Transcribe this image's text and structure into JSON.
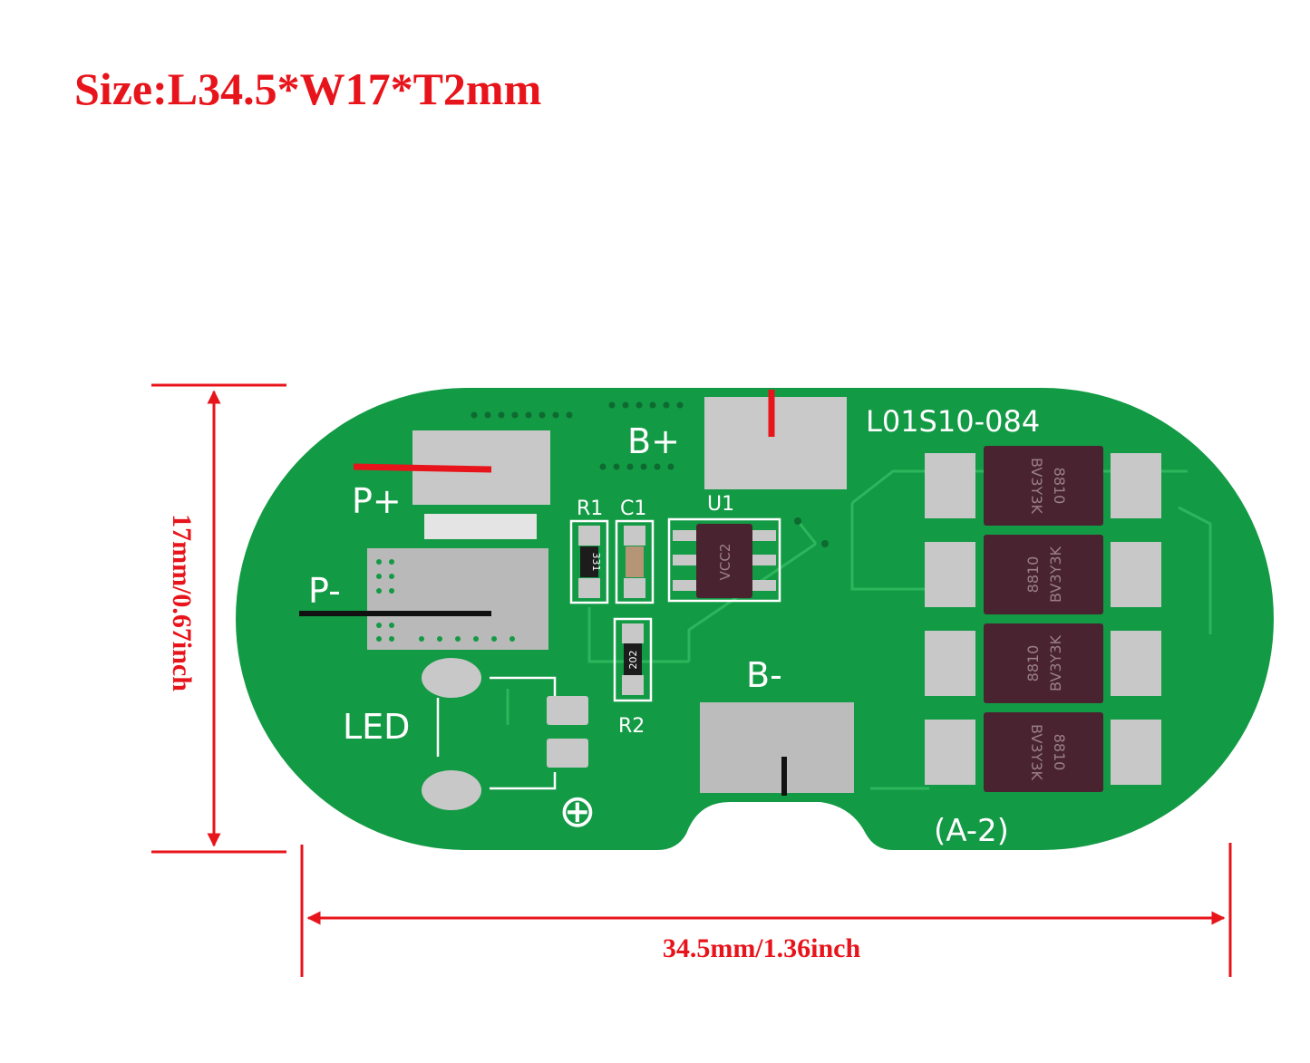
{
  "title": "Size:L34.5*W17*T2mm",
  "dimensions": {
    "width_label": "34.5mm/1.36inch",
    "height_label": "17mm/0.67inch"
  },
  "board": {
    "model": "L01S10-084",
    "revision": "(A-2)",
    "labels": {
      "b_plus": "B+",
      "b_minus": "B-",
      "p_plus": "P+",
      "p_minus": "P-",
      "led": "LED",
      "r1": "R1",
      "c1": "C1",
      "u1": "U1",
      "r2": "R2",
      "plus_symbol": "⊕"
    },
    "components": {
      "r1_code": "331",
      "r2_code": "202",
      "u1_code": "VCC2",
      "mosfet_code_a": "8810",
      "mosfet_code_b": "BV3Y3K"
    }
  },
  "colors": {
    "accent_red": "#e8141b",
    "pcb_green": "#139a45",
    "trace_green": "#2cb75c",
    "chip": "#4a2330",
    "pad": "#c8c8c8"
  }
}
